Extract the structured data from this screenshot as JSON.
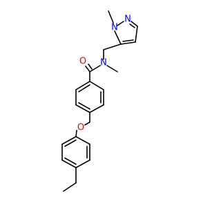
{
  "molecule": {
    "colors": {
      "bond": "#000000",
      "oxygen": "#ff0000",
      "nitrogen": "#0000ff"
    },
    "atoms": {
      "o_carbonyl": "O",
      "n_amide": "N",
      "n_pyrazole_1": "N",
      "n_pyrazole_2": "N",
      "o_ether": "O"
    }
  }
}
